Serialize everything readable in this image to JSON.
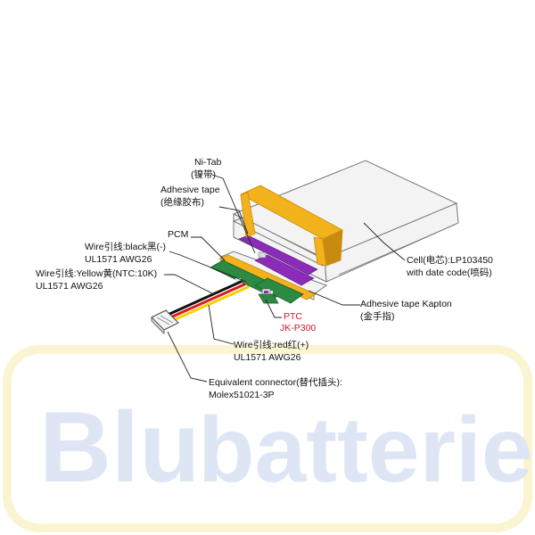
{
  "watermark": {
    "word1": "Blu",
    "word2": "batterie",
    "color": "#dbe4f4",
    "frame_color": "#fbf3cc"
  },
  "labels": {
    "ni_tab": "Ni-Tab",
    "ni_tab_cn": "(镍带)",
    "adhesive_tape": "Adhesive tape",
    "adhesive_tape_cn": "(绝缘胶布)",
    "pcm": "PCM",
    "wire_black": "Wire引线:black黑(-)",
    "wire_black_spec": "UL1571 AWG26",
    "wire_yellow": "Wire引线:Yellow黄(NTC:10K)",
    "wire_yellow_spec": "UL1571 AWG26",
    "cell": "Cell(电芯):LP103450",
    "cell_date": "with date code(喷码)",
    "kapton": "Adhesive tape Kapton",
    "kapton_cn": "(金手指)",
    "ptc": "PTC",
    "ptc_model": "JK-P300",
    "wire_red": "Wire引线:red红(+)",
    "wire_red_spec": "UL1571 AWG26",
    "connector": "Equivalent connector(替代插头):",
    "connector_model": "Molex51021-3P"
  },
  "colors": {
    "tape": "#f2b21c",
    "tape_shade": "#c98a10",
    "pcm_board": "#2c8a42",
    "insulator": "#8a2cb8",
    "wire_black": "#111111",
    "wire_red": "#e01a1a",
    "wire_yellow": "#f6d000",
    "cell_body": "#f3f3f3",
    "cell_edge": "#777777",
    "ptc_text": "#e0102a"
  }
}
